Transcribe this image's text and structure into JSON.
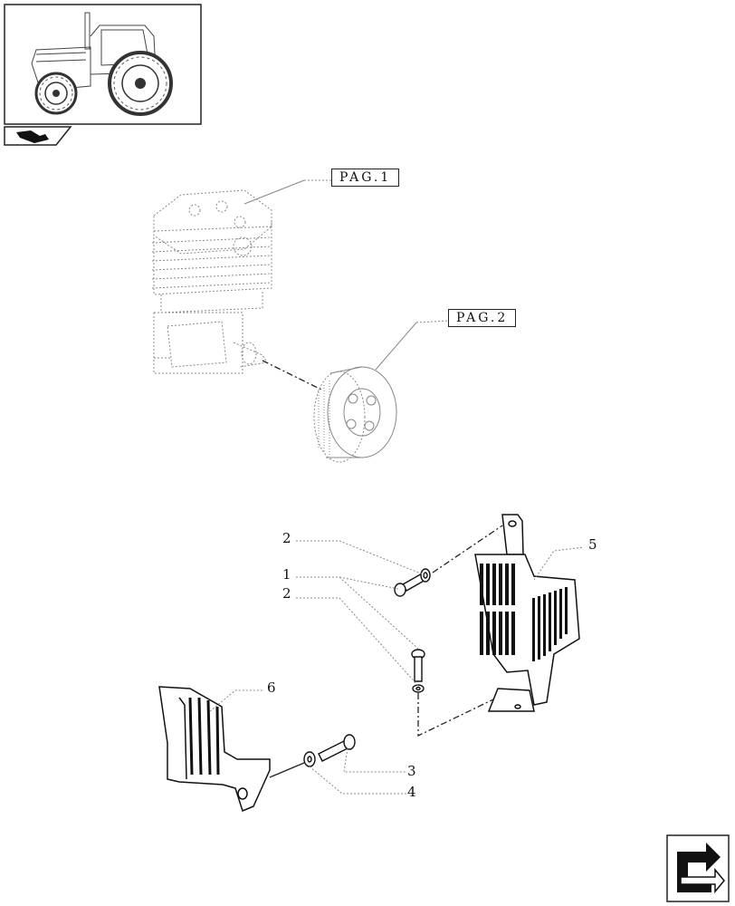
{
  "references": {
    "page1": "PAG.1",
    "page2": "PAG.2"
  },
  "callouts": {
    "washer_top": "2",
    "bolt": "1",
    "washer_lower": "2",
    "bolt_small": "3",
    "washer_small": "4",
    "guard_right": "5",
    "guard_left": "6"
  },
  "icons": {
    "thumbnail": "tractor-thumbnail-icon",
    "section": "section-book-icon",
    "next": "next-page-arrow-icon"
  },
  "colors": {
    "line": "#222222",
    "ghost": "#9a9a9a"
  }
}
